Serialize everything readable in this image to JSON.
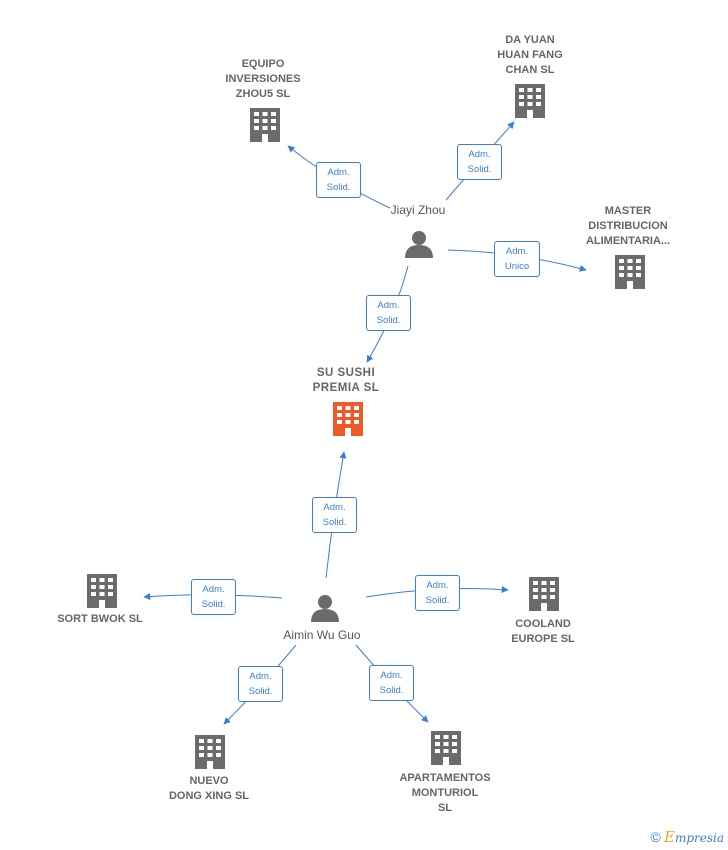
{
  "colors": {
    "company": "#6b6b6b",
    "main_company": "#f05a28",
    "person": "#6b6b6b",
    "edge": "#3b7dd8"
  },
  "nodes": {
    "equipo": {
      "label": "EQUIPO\nINVERSIONES\nZHOU5  SL",
      "icon": "building-icon"
    },
    "dayuan": {
      "label": "DA YUAN\nHUAN FANG\nCHAN  SL",
      "icon": "building-icon"
    },
    "master": {
      "label": "MASTER\nDISTRIBUCION\nALIMENTARIA...",
      "icon": "building-icon"
    },
    "susushi": {
      "label": "SU SUSHI\nPREMIA  SL",
      "icon": "building-icon"
    },
    "sortbwok": {
      "label": "SORT BWOK SL",
      "icon": "building-icon"
    },
    "cooland": {
      "label": "COOLAND\nEUROPE  SL",
      "icon": "building-icon"
    },
    "nuevo": {
      "label": "NUEVO\nDONG XING SL",
      "icon": "building-icon"
    },
    "apartamentos": {
      "label": "APARTAMENTOS\nMONTURIOL\nSL",
      "icon": "building-icon"
    },
    "jiayi": {
      "label": "Jiayi Zhou",
      "icon": "person-icon"
    },
    "aimin": {
      "label": "Aimin Wu Guo",
      "icon": "person-icon"
    }
  },
  "edges": {
    "jiayi_equipo": {
      "line1": "Adm.",
      "line2": "Solid."
    },
    "jiayi_dayuan": {
      "line1": "Adm.",
      "line2": "Solid."
    },
    "jiayi_master": {
      "line1": "Adm.",
      "line2": "Unico"
    },
    "jiayi_susushi": {
      "line1": "Adm.",
      "line2": "Solid."
    },
    "aimin_susushi": {
      "line1": "Adm.",
      "line2": "Solid."
    },
    "aimin_sortbwok": {
      "line1": "Adm.",
      "line2": "Solid."
    },
    "aimin_cooland": {
      "line1": "Adm.",
      "line2": "Solid."
    },
    "aimin_nuevo": {
      "line1": "Adm.",
      "line2": "Solid."
    },
    "aimin_apartamentos": {
      "line1": "Adm.",
      "line2": "Solid."
    }
  },
  "footer": {
    "copyright": "©",
    "brand_first": "E",
    "brand_rest": "mpresia"
  }
}
